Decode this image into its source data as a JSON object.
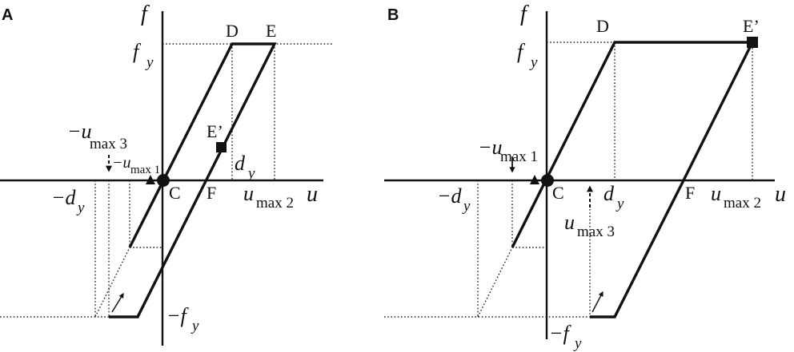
{
  "panel_a": {
    "tag": "A",
    "axis_f": "f",
    "axis_u": "u",
    "f_y": "f",
    "f_y_sub": "y",
    "neg_f_y": "−f",
    "neg_f_y_sub": "y",
    "point_d": "D",
    "point_e": "E",
    "point_e_prime": "E’",
    "point_c": "C",
    "point_f": "F",
    "d_y": "d",
    "d_y_sub": "y",
    "neg_d_y": "−d",
    "neg_d_y_sub": "y",
    "u_max2": "u",
    "u_max2_sub": "max 2",
    "neg_u_max3": "−u",
    "neg_u_max3_sub": "max 3",
    "neg_u_max1": "−u",
    "neg_u_max1_sub": "max 1"
  },
  "panel_b": {
    "tag": "B",
    "axis_f": "f",
    "axis_u": "u",
    "f_y": "f",
    "f_y_sub": "y",
    "neg_f_y": "−f",
    "neg_f_y_sub": "y",
    "point_d": "D",
    "point_e_prime": "E’",
    "point_c": "C",
    "point_f": "F",
    "d_y": "d",
    "d_y_sub": "y",
    "neg_d_y": "−d",
    "neg_d_y_sub": "y",
    "u_max2": "u",
    "u_max2_sub": "max 2",
    "u_max3": "u",
    "u_max3_sub": "max 3",
    "neg_u_max1": "−u",
    "neg_u_max1_sub": "max 1"
  }
}
